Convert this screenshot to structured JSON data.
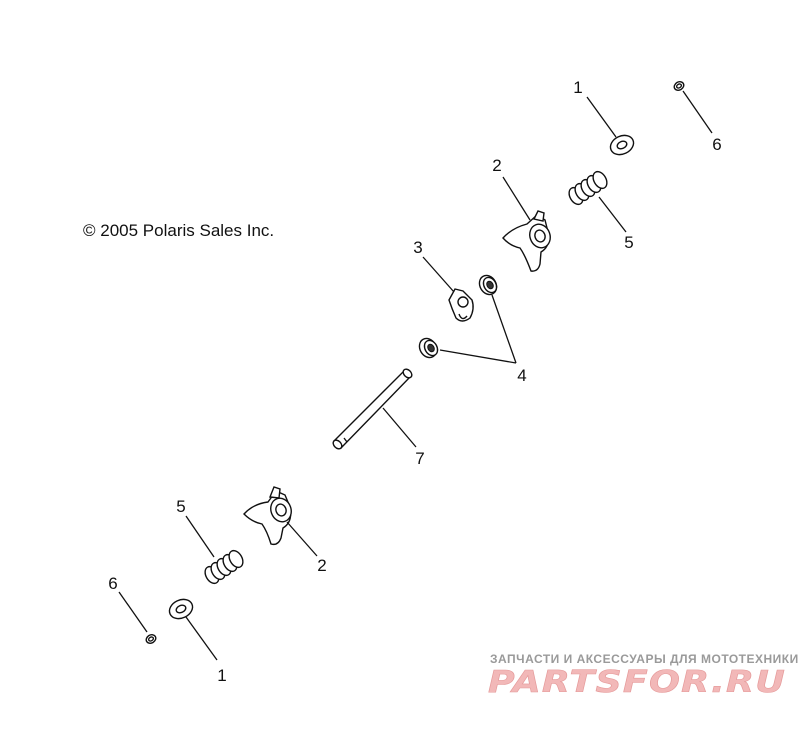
{
  "copyright": "© 2005 Polaris Sales Inc.",
  "callouts": {
    "c1_top": "1",
    "c6_top": "6",
    "c2_top": "2",
    "c5_top": "5",
    "c3": "3",
    "c4": "4",
    "c7": "7",
    "c5_bottom": "5",
    "c2_bottom": "2",
    "c6_bottom": "6",
    "c1_bottom": "1"
  },
  "watermark": {
    "tagline": "ЗАПЧАСТИ И АКСЕССУАРЫ ДЛЯ МОТОТЕХНИКИ",
    "logo": "PARTSFOR.RU"
  },
  "colors": {
    "line": "#111111",
    "watermark_text": "#9a9a9a",
    "watermark_logo": "#f2b8b8"
  }
}
